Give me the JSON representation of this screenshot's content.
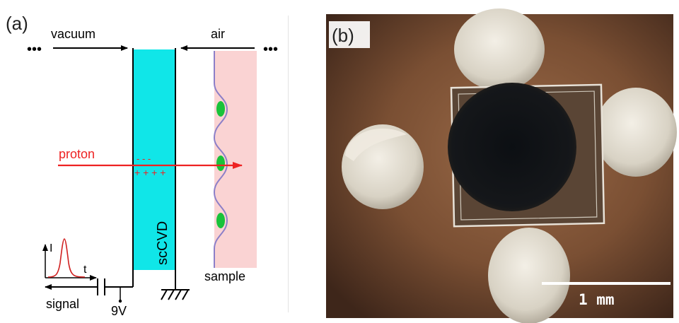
{
  "panel_a": {
    "label": "(a)",
    "left_label": "vacuum",
    "right_label": "air",
    "ellipsis_left": "•••",
    "ellipsis_right": "•••",
    "detector_label": "scCVD",
    "proton_label": "proton",
    "minus_signs": "- - -",
    "plus_signs": "+ + + +",
    "current_axis": "I",
    "time_axis": "t",
    "signal_label": "signal",
    "battery_label": "9V",
    "sample_label": "sample",
    "colors": {
      "detector": "#10e6e8",
      "sample_bg": "#fad3d3",
      "cells": "#19c23a",
      "proton": "#ee2222",
      "membrane": "#8c7fc8"
    }
  },
  "panel_b": {
    "label": "(b)",
    "scale_label": "1 mm"
  }
}
